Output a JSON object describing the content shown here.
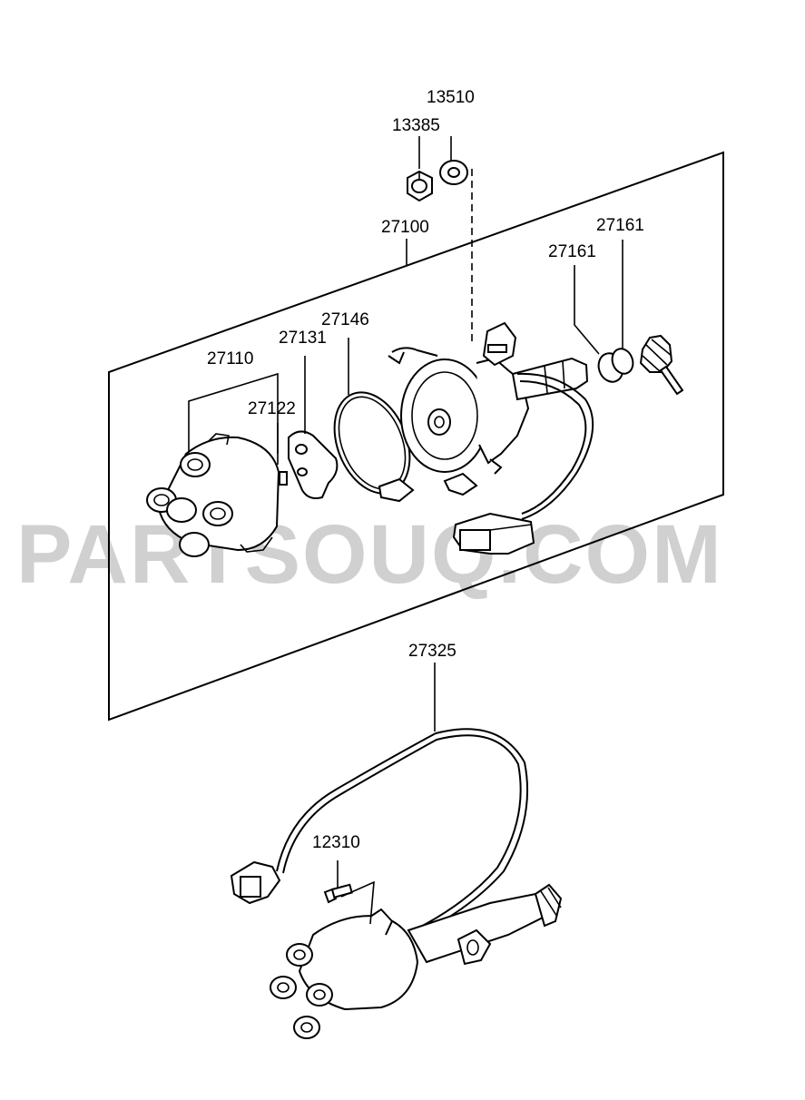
{
  "watermark": "PARTSOUQ.COM",
  "callouts": {
    "c13510": "13510",
    "c13385": "13385",
    "c27100": "27100",
    "c27161a": "27161",
    "c27161b": "27161",
    "c27146": "27146",
    "c27131": "27131",
    "c27110": "27110",
    "c27122": "27122",
    "c27325": "27325",
    "c12310": "12310"
  }
}
